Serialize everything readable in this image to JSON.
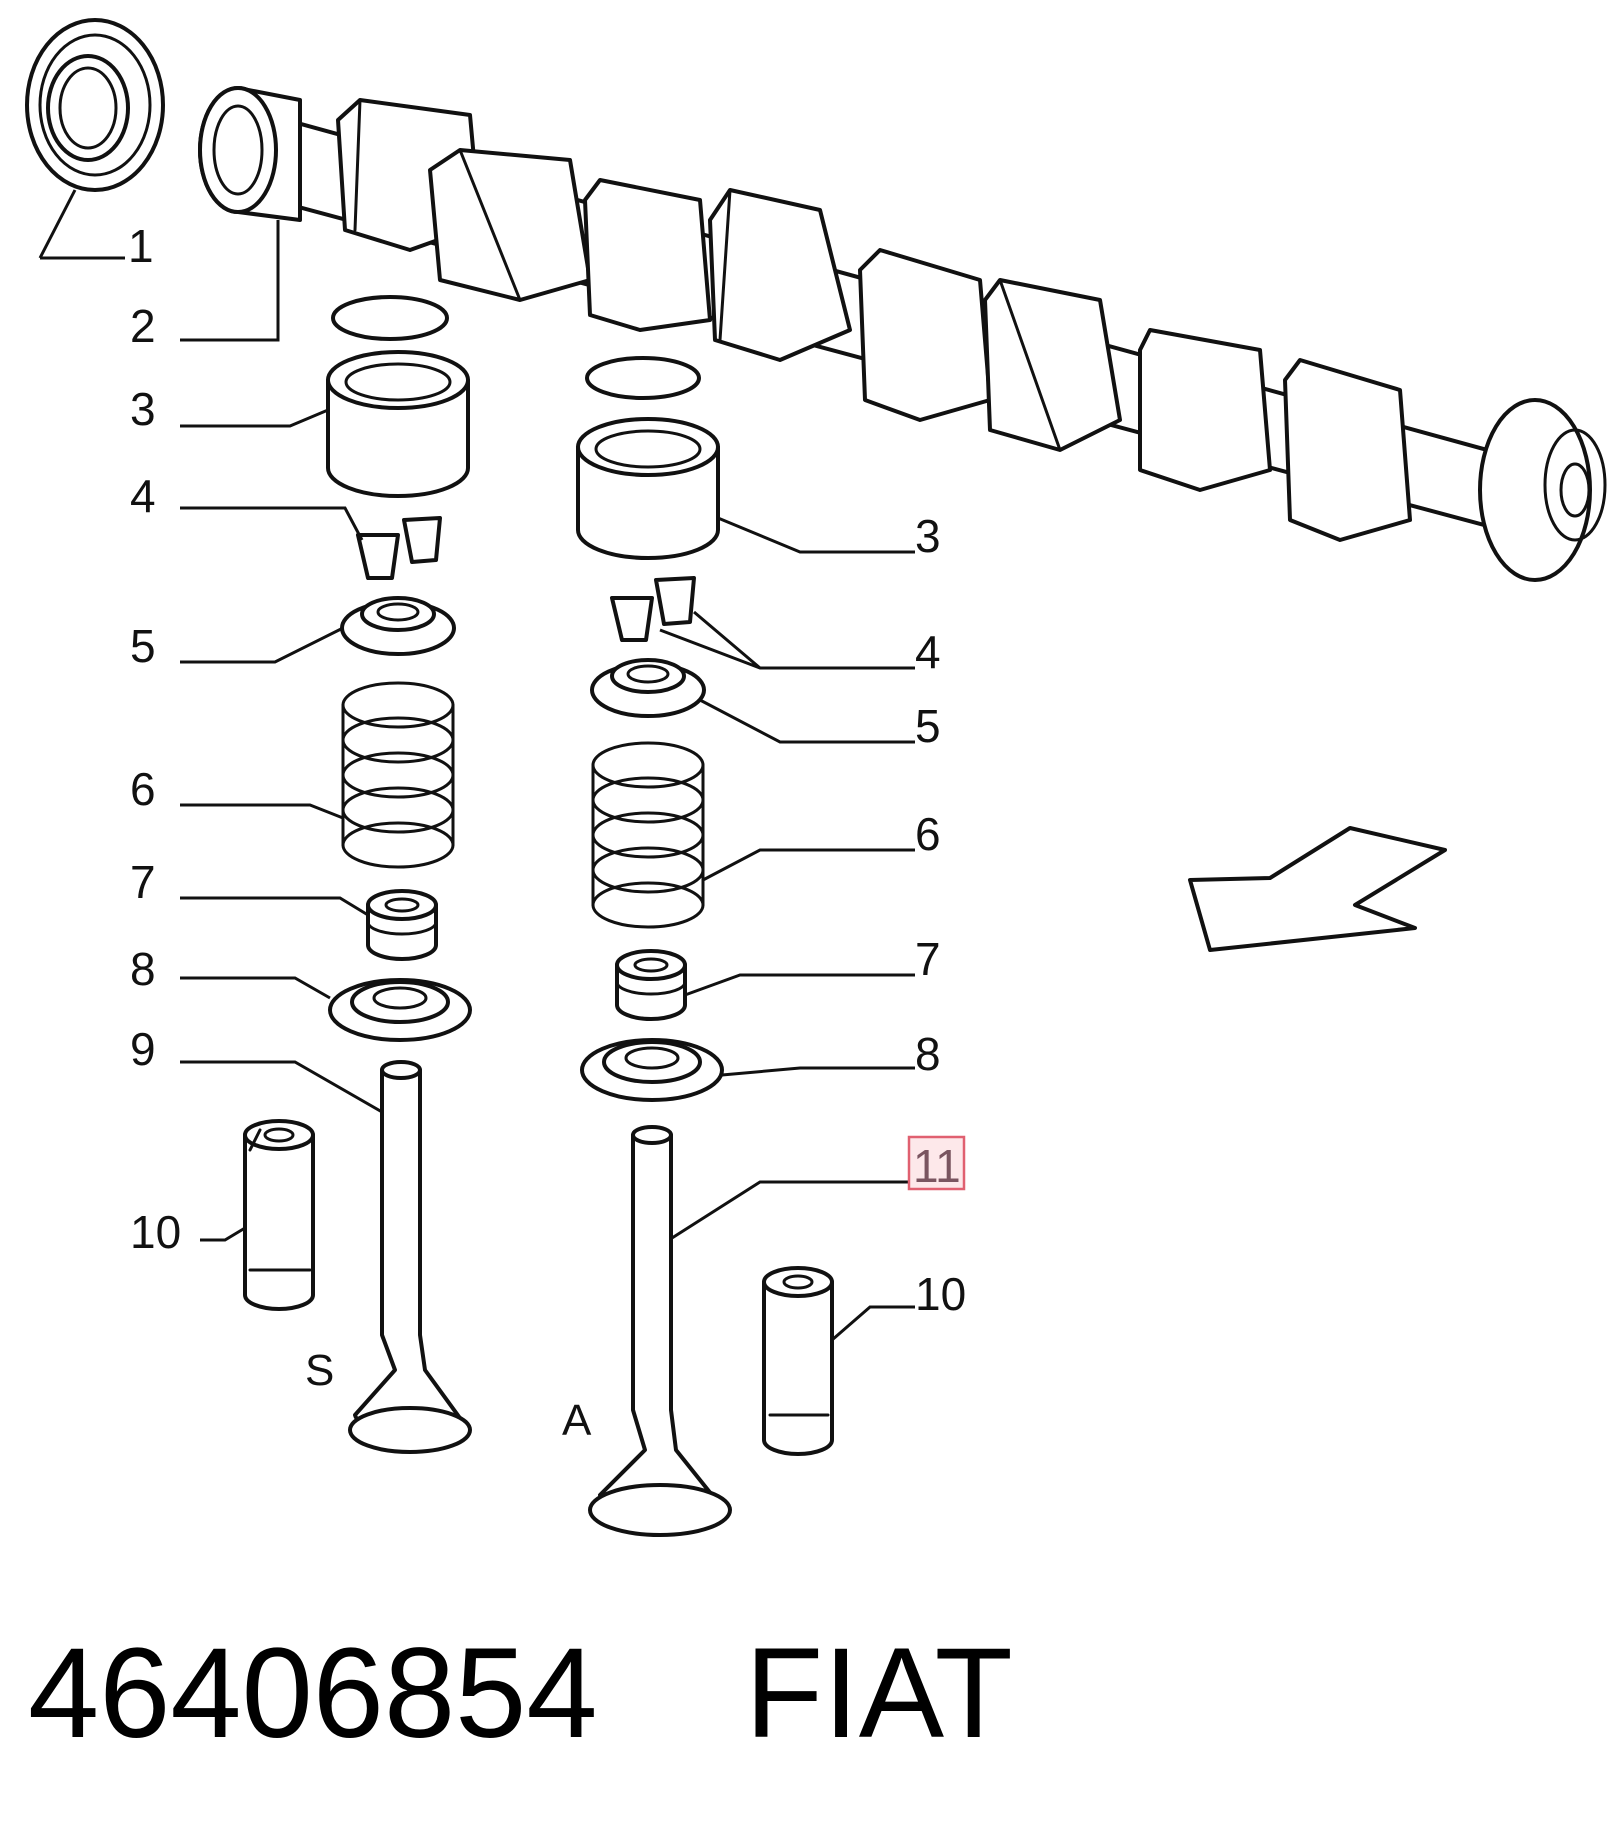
{
  "callouts_left": [
    "1",
    "2",
    "3",
    "4",
    "5",
    "6",
    "7",
    "8",
    "9",
    "10"
  ],
  "callouts_right": [
    "3",
    "4",
    "5",
    "6",
    "7",
    "8",
    "11",
    "10"
  ],
  "valve_labels": {
    "intake": "S",
    "exhaust": "A"
  },
  "highlighted_callout": "11",
  "highlight_color": "#e06070",
  "footer": {
    "part_number": "46406854",
    "brand": "FIAT"
  }
}
